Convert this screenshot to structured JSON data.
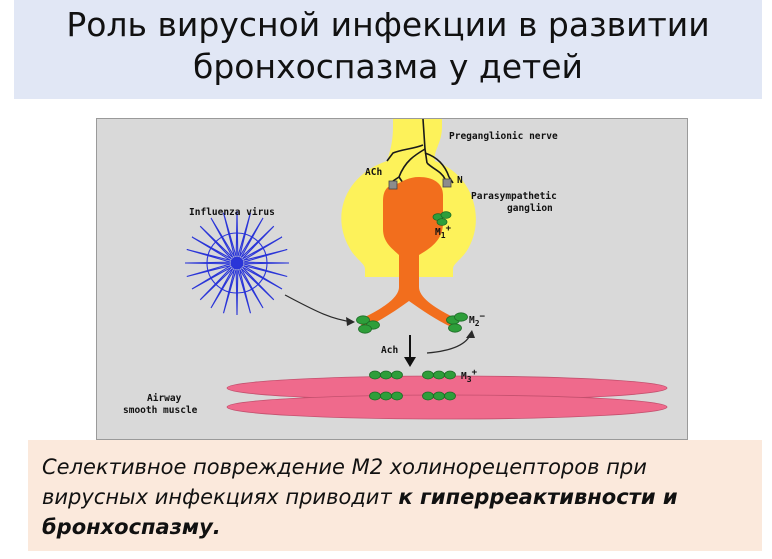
{
  "slide": {
    "title_line1": "Роль вирусной инфекции в развитии",
    "title_line2": "бронхоспазма у детей",
    "caption_regular": "Селективное повреждение М2 холинорецепторов при вирусных инфекциях приводит ",
    "caption_bold": "к гиперреактивности и бронхоспазму."
  },
  "diagram": {
    "preganglionic_nerve": "Preganglionic nerve",
    "parasympathetic_line1": "Parasympathetic",
    "parasympathetic_line2": "ganglion",
    "influenza_virus": "Influenza virus",
    "ach_top": "ACh",
    "n_receptor": "N",
    "m1_label": "M",
    "m1_sub": "1",
    "m1_sign": "+",
    "m2_label": "M",
    "m2_sub": "2",
    "m2_sign": "−",
    "m3_label": "M",
    "m3_sub": "3",
    "m3_sign": "+",
    "ach_bottom": "Ach",
    "airway_line1": "Airway",
    "airway_line2": "smooth muscle",
    "colors": {
      "background": "#d9d9d9",
      "ganglion": "#fdf25a",
      "neuron": "#f26e1d",
      "receptor": "#2e9e3a",
      "virus": "#2a35d8",
      "muscle": "#ef6a8c"
    }
  }
}
